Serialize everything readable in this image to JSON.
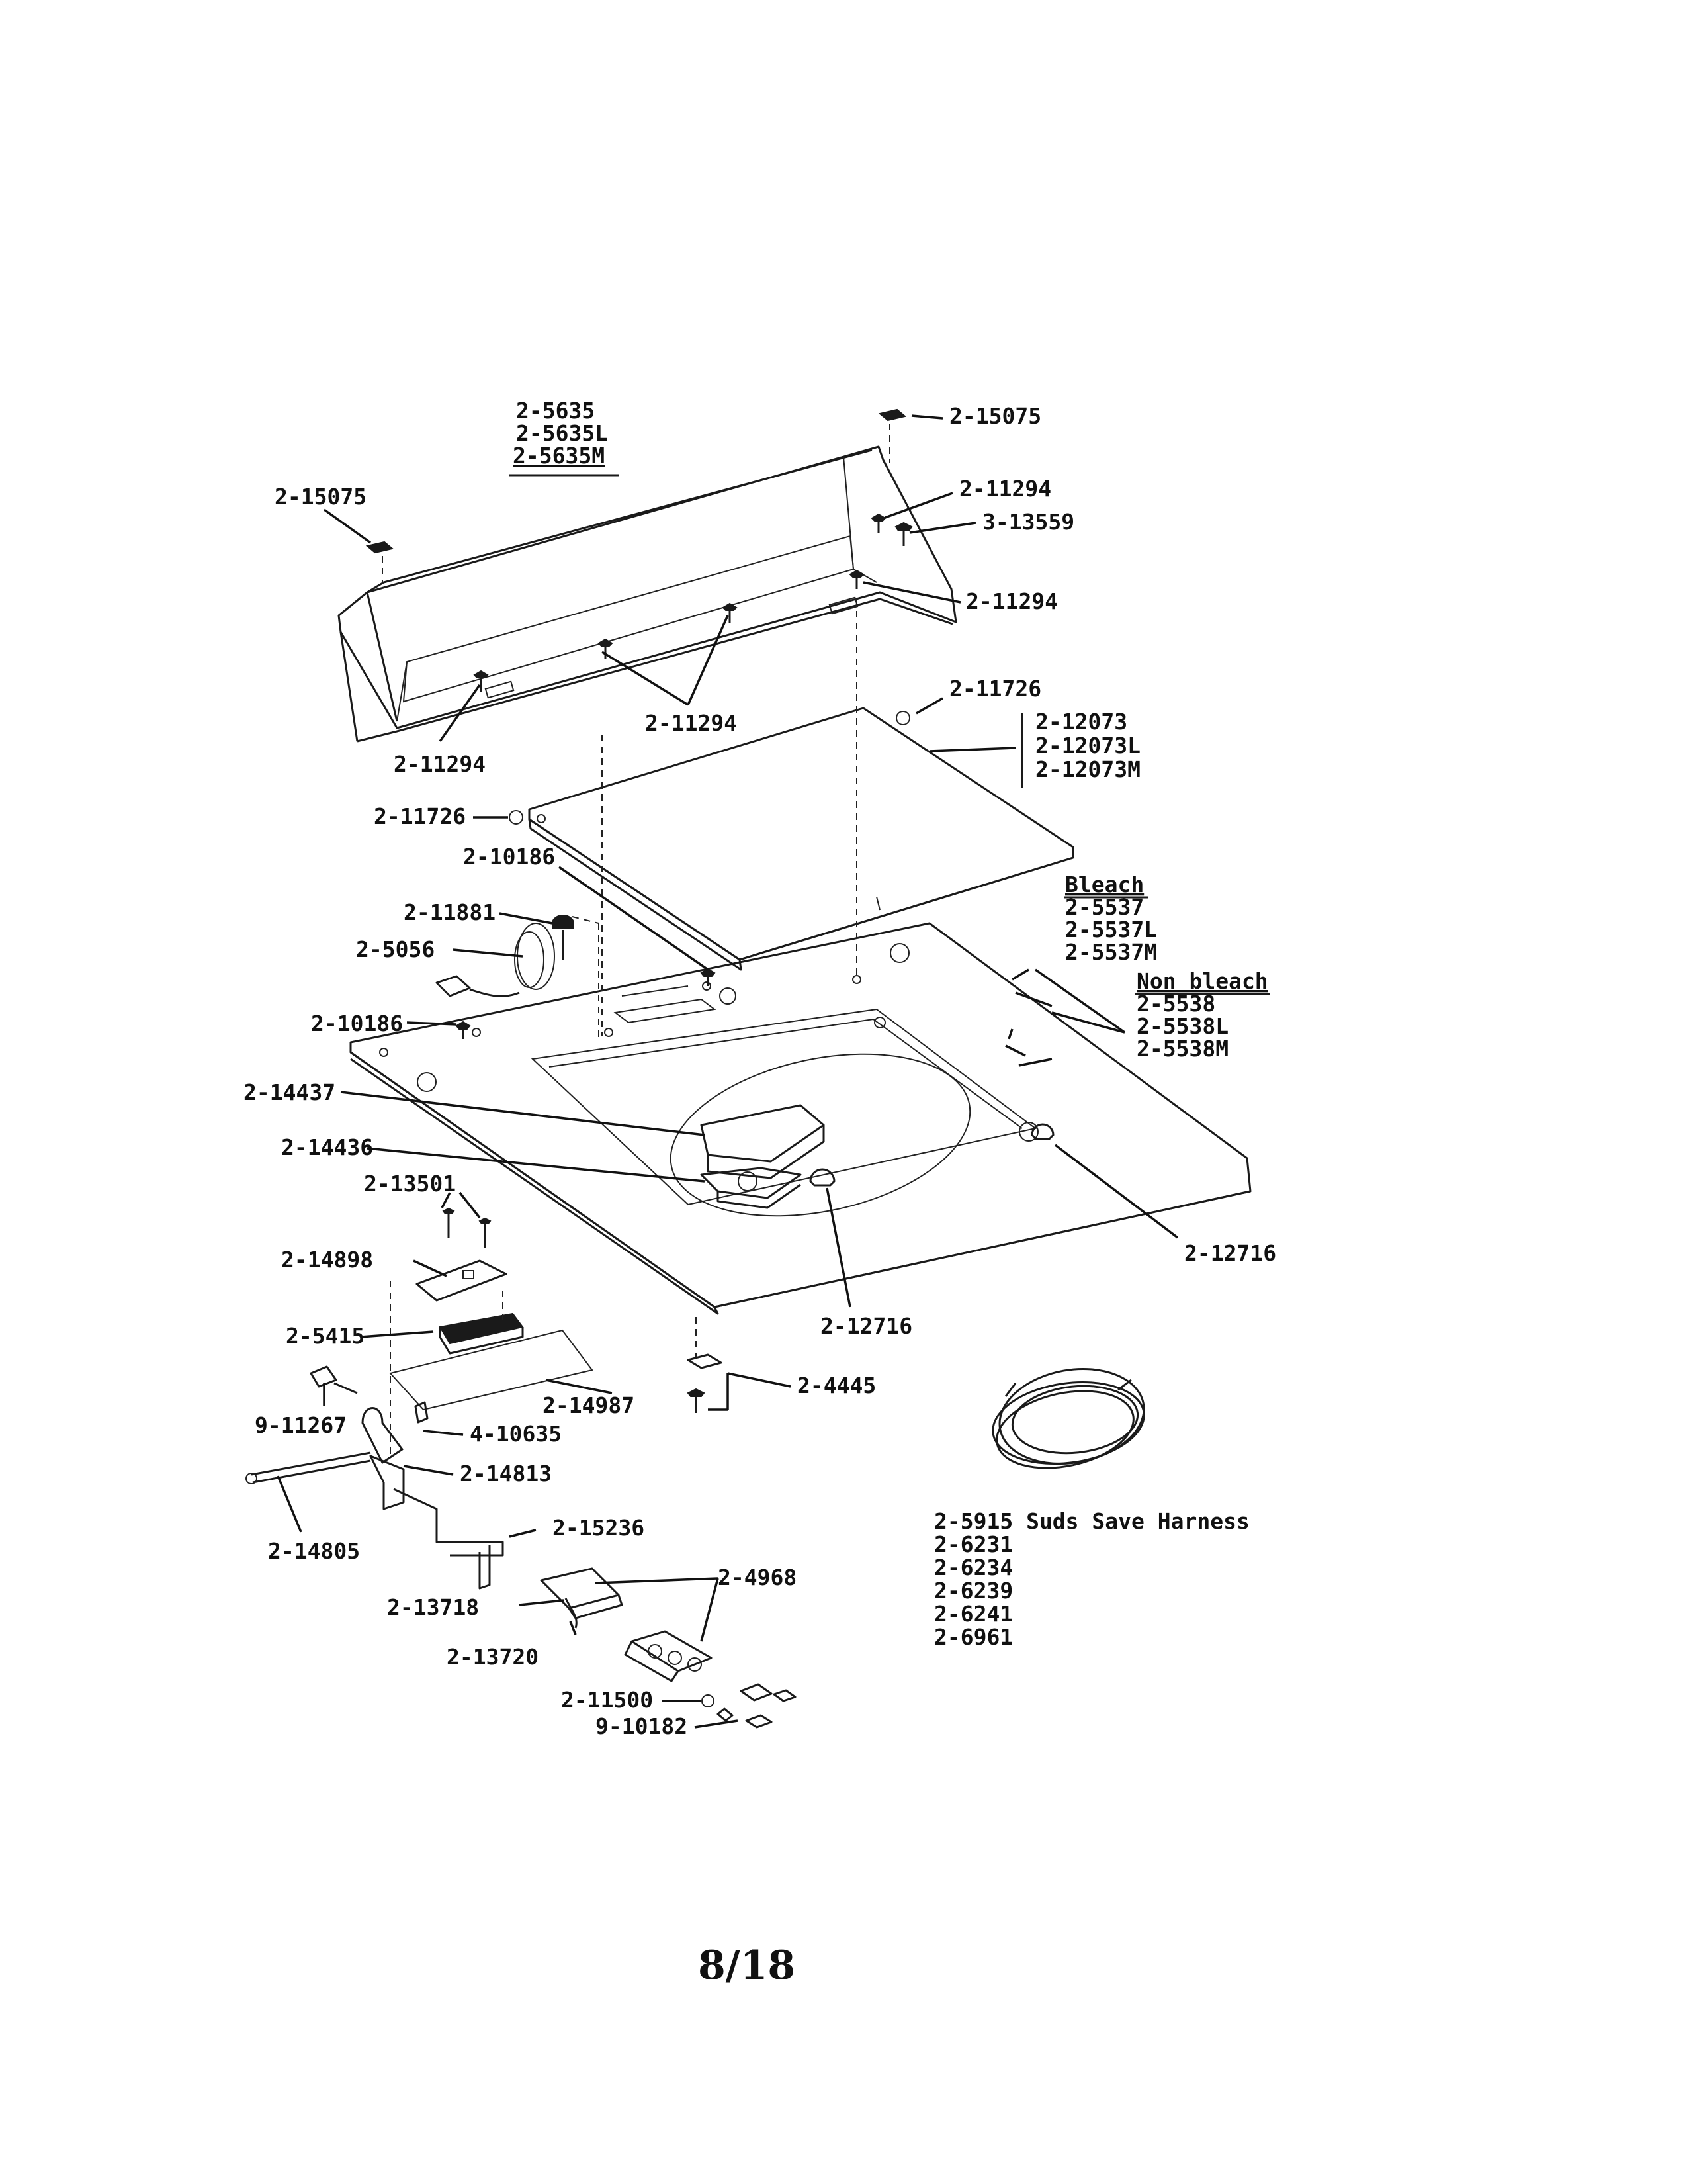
{
  "page": {
    "number": "8/18"
  },
  "labels": {
    "control_panel": [
      "2-5635",
      "2-5635L",
      "2-5635M"
    ],
    "clip_top_right": "2-15075",
    "clip_top_left": "2-15075",
    "screw_a": "2-11294",
    "screw_b": "3-13559",
    "screw_c": "2-11294",
    "screw_d": "2-11294",
    "screw_e": "2-11294",
    "bumper_right": "2-11726",
    "bumper_left": "2-11726",
    "lid": [
      "2-12073",
      "2-12073L",
      "2-12073M"
    ],
    "screw_f": "2-10186",
    "screw_g": "2-10186",
    "switch_11881": "2-11881",
    "cord_5056": "2-5056",
    "bleach_heading": "Bleach",
    "bleach_parts": [
      "2-5537",
      "2-5537L",
      "2-5537M"
    ],
    "nonbleach_heading": "Non bleach",
    "nonbleach_parts": [
      "2-5538",
      "2-5538L",
      "2-5538M"
    ],
    "part_14437": "2-14437",
    "part_14436": "2-14436",
    "part_13501": "2-13501",
    "part_14898": "2-14898",
    "part_5415": "2-5415",
    "part_14987": "2-14987",
    "part_11267": "9-11267",
    "part_10635": "4-10635",
    "part_14813": "2-14813",
    "part_14805": "2-14805",
    "part_15236": "2-15236",
    "part_13718": "2-13718",
    "part_13720": "2-13720",
    "part_4968": "2-4968",
    "part_11500": "2-11500",
    "part_10182": "9-10182",
    "part_12716_a": "2-12716",
    "part_12716_b": "2-12716",
    "part_4445": "2-4445",
    "harness": [
      "2-5915 Suds Save Harness",
      "2-6231",
      "2-6234",
      "2-6239",
      "2-6241",
      "2-6961"
    ]
  }
}
